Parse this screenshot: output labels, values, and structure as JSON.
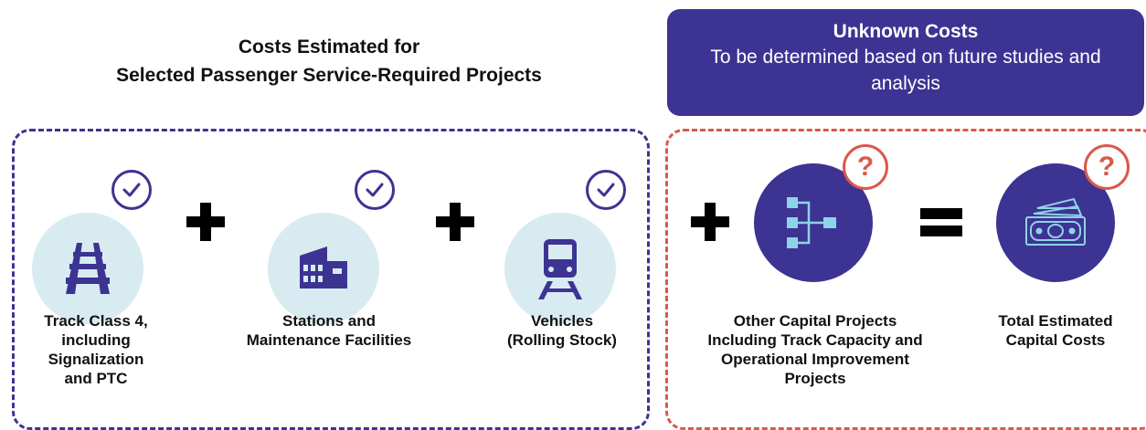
{
  "heading": {
    "line1": "Costs Estimated for",
    "line2": "Selected Passenger Service-Required Projects"
  },
  "unknown": {
    "title": "Unknown Costs",
    "subtitle": "To be determined based on future studies and analysis"
  },
  "items": [
    {
      "label_lines": [
        "Track Class 4,",
        "including",
        "Signalization",
        "and PTC"
      ],
      "icon": "railroad-track-icon",
      "status": "estimated"
    },
    {
      "label_lines": [
        "Stations and",
        "Maintenance Facilities"
      ],
      "icon": "station-building-icon",
      "status": "estimated"
    },
    {
      "label_lines": [
        "Vehicles",
        "(Rolling Stock)"
      ],
      "icon": "train-icon",
      "status": "estimated"
    },
    {
      "label_lines": [
        "Other Capital Projects",
        "Including Track Capacity and",
        "Operational Improvement",
        "Projects"
      ],
      "icon": "flowchart-icon",
      "status": "unknown"
    },
    {
      "label_lines": [
        "Total Estimated",
        "Capital Costs"
      ],
      "icon": "money-icon",
      "status": "unknown"
    }
  ],
  "operators": {
    "plus": "+",
    "equals": "="
  },
  "badge_unknown": "?",
  "colors": {
    "primary": "#3d3393",
    "accent_red": "#d9594c",
    "light_circle": "#d8ebf1"
  }
}
